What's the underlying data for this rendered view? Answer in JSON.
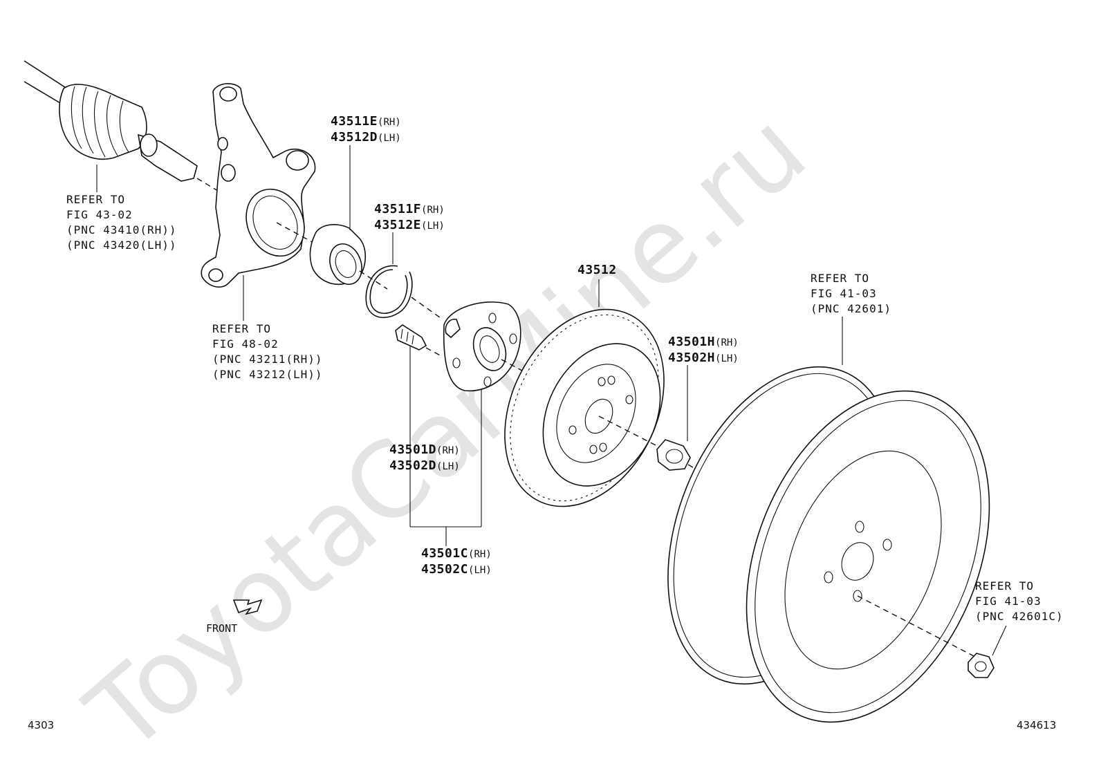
{
  "watermark": "ToyotaCarMine.ru",
  "labels": {
    "joint": [
      "REFER TO",
      "FIG 43-02",
      "(PNC 43410(RH))",
      "(PNC 43420(LH))"
    ],
    "knuckle": [
      "REFER TO",
      "FIG 48-02",
      "(PNC 43211(RH))",
      "(PNC 43212(LH))"
    ],
    "bearing": {
      "rh": "43511E",
      "lh": "43512D"
    },
    "snapring": {
      "rh": "43511F",
      "lh": "43512E"
    },
    "disc": "43512",
    "wheel": [
      "REFER TO",
      "FIG 41-03",
      "(PNC 42601)"
    ],
    "hubnut": {
      "rh": "43501H",
      "lh": "43502H"
    },
    "bolt": {
      "rh": "43501D",
      "lh": "43502D"
    },
    "hub": {
      "rh": "43501C",
      "lh": "43502C"
    },
    "wheelnut": [
      "REFER TO",
      "FIG 41-03",
      "(PNC 42601C)"
    ],
    "suffix_rh": "(RH)",
    "suffix_lh": "(LH)"
  },
  "front_label": "FRONT",
  "fig_number": "4303",
  "drawing_number": "434613"
}
